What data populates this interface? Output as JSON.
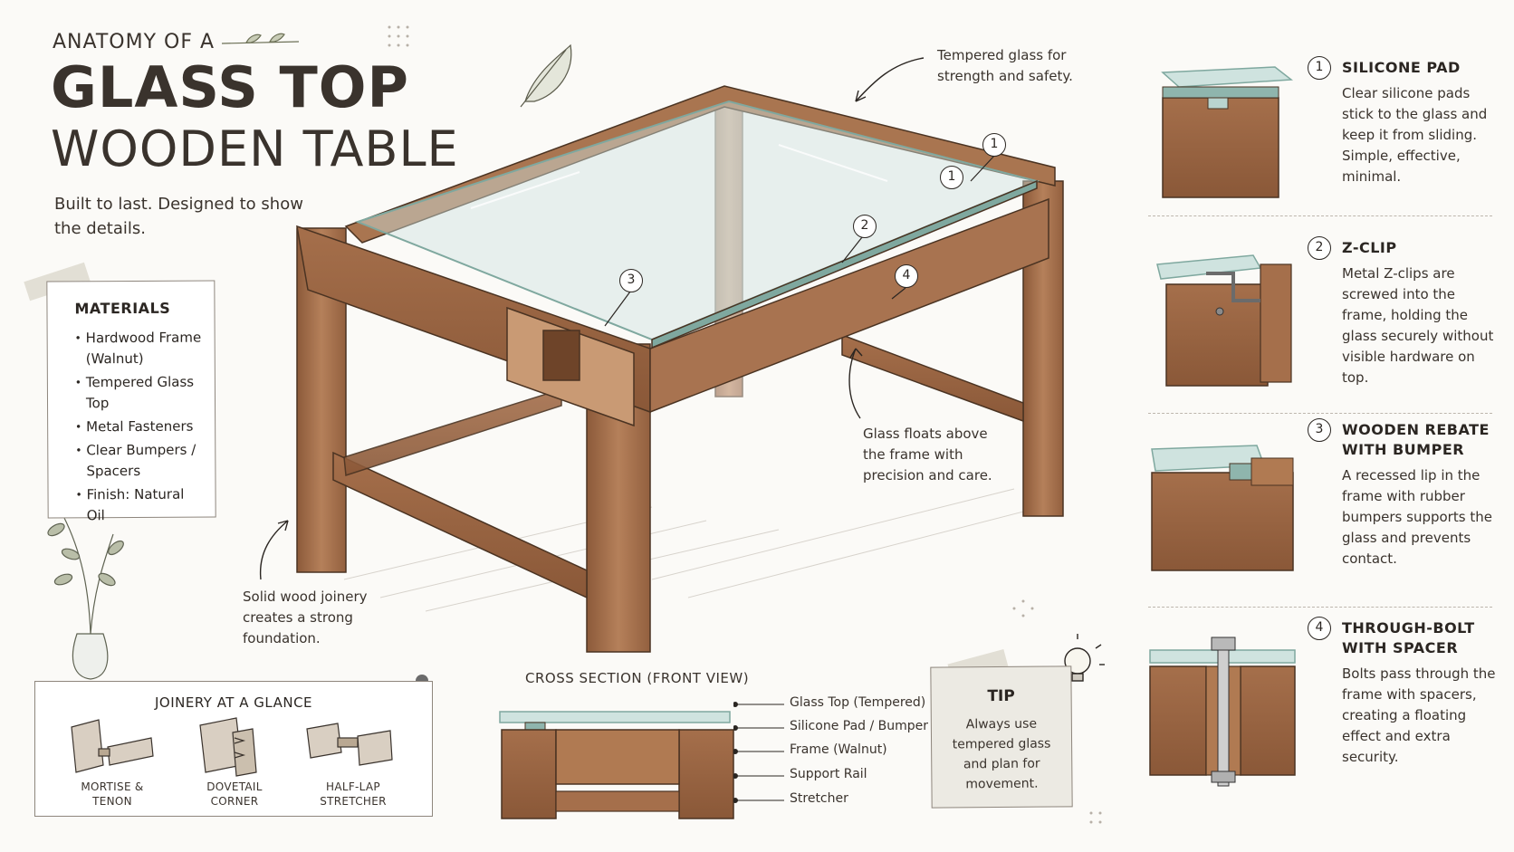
{
  "header": {
    "kicker": "ANATOMY OF A",
    "title_line1": "GLASS TOP",
    "title_line2": "WOODEN TABLE",
    "tagline": "Built to last. Designed to show the details."
  },
  "materials": {
    "heading": "MATERIALS",
    "items": [
      "Hardwood Frame (Walnut)",
      "Tempered Glass Top",
      "Metal Fasteners",
      "Clear Bumpers / Spacers",
      "Finish: Natural Oil"
    ]
  },
  "annotations": {
    "glass": "Tempered glass for strength and safety.",
    "float": "Glass floats above the frame with precision and care.",
    "joinery": "Solid wood joinery creates a strong foundation."
  },
  "callout_numbers": [
    "1",
    "2",
    "3",
    "4"
  ],
  "joinery": {
    "heading": "JOINERY AT A GLANCE",
    "items": [
      "MORTISE & TENON",
      "DOVETAIL CORNER",
      "HALF-LAP STRETCHER"
    ]
  },
  "cross_section": {
    "title": "CROSS SECTION (FRONT VIEW)",
    "labels": [
      "Glass Top (Tempered)",
      "Silicone Pad / Bumper",
      "Frame (Walnut)",
      "Support Rail",
      "Stretcher"
    ]
  },
  "tip": {
    "heading": "TIP",
    "text": "Always use tempered glass and plan for movement."
  },
  "details": [
    {
      "number": "1",
      "title": "SILICONE PAD",
      "text": "Clear silicone pads stick to the glass and keep it from sliding. Simple, effective, minimal."
    },
    {
      "number": "2",
      "title": "Z-CLIP",
      "text": "Metal Z-clips are screwed into the frame, holding the glass securely without visible hardware on top."
    },
    {
      "number": "3",
      "title": "WOODEN REBATE WITH BUMPER",
      "text": "A recessed lip in the frame with rubber bumpers supports the glass and prevents contact."
    },
    {
      "number": "4",
      "title": "THROUGH-BOLT WITH SPACER",
      "text": "Bolts pass through the frame with spacers, creating a floating effect and extra security."
    }
  ],
  "colors": {
    "wood": "#b07a52",
    "wood_dark": "#7a4e31",
    "glass": "#cfe3df",
    "glass_edge": "#7fa89f",
    "ink": "#2b2622",
    "paper": "#fbfaf7"
  }
}
